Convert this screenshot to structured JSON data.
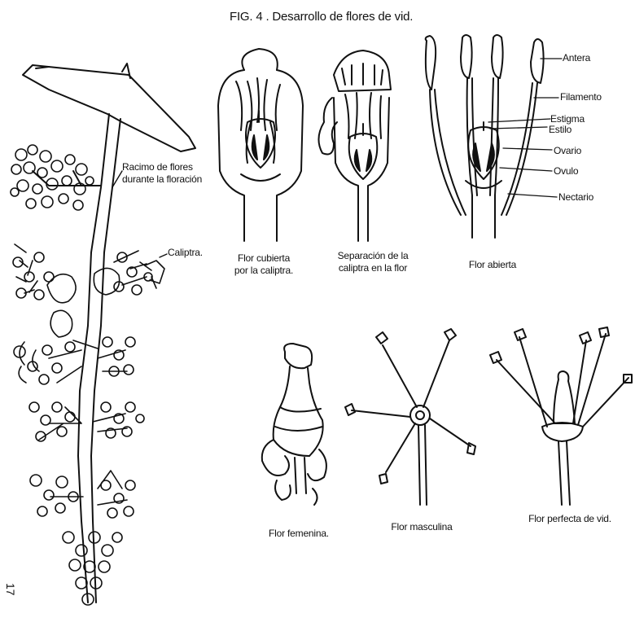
{
  "title": "FIG. 4 . Desarrollo de flores de vid.",
  "labels": {
    "racimo_line1": "Racimo de flores",
    "racimo_line2": "durante la floración",
    "caliptra": "Caliptra.",
    "antera": "Antera",
    "filamento": "Filamento",
    "estigma": "Estigma",
    "estilo": "Estilo",
    "ovario": "Ovario",
    "ovulo": "Ovulo",
    "nectario": "Nectario"
  },
  "captions": {
    "flor_cubierta_1": "Flor cubierta",
    "flor_cubierta_2": "por la caliptra.",
    "separacion_1": "Separación de la",
    "separacion_2": "caliptra en la flor",
    "flor_abierta": "Flor abierta",
    "flor_femenina": "Flor femenina.",
    "flor_masculina": "Flor masculina",
    "flor_perfecta": "Flor perfecta de vid."
  },
  "page_number": "17"
}
